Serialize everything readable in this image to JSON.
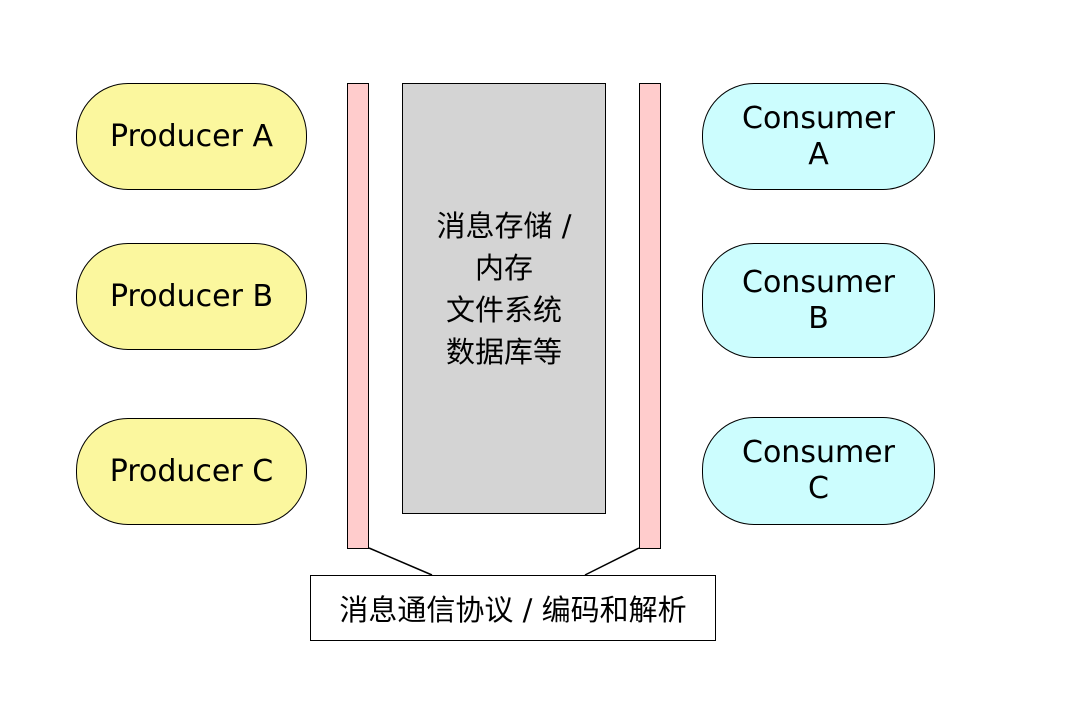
{
  "producers": [
    {
      "label": "Producer A"
    },
    {
      "label": "Producer B"
    },
    {
      "label": "Producer C"
    }
  ],
  "consumers": [
    {
      "line1": "Consumer",
      "line2": "A"
    },
    {
      "line1": "Consumer",
      "line2": "B"
    },
    {
      "line1": "Consumer",
      "line2": "C"
    }
  ],
  "storage": {
    "lines": [
      "消息存储 /",
      "内存",
      "文件系统",
      "数据库等"
    ]
  },
  "protocol": {
    "label": "消息通信协议 / 编码和解析"
  },
  "colors": {
    "producer_fill": "#fbf79e",
    "consumer_fill": "#ccfdfe",
    "channel_fill": "#ffcccc",
    "storage_fill": "#d4d4d4"
  }
}
